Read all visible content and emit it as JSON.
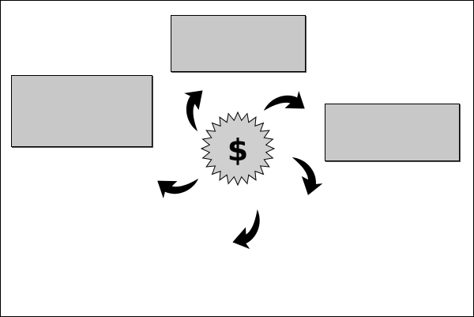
{
  "diagram": {
    "center_symbol": "$",
    "colors": {
      "box_fill": "#c8c8c8",
      "outline": "#000000",
      "burst_fill": "#cfcfcf",
      "arrow_fill": "#000000",
      "background": "#ffffff"
    },
    "icons": {
      "center": "dollar-starburst-icon",
      "arrows": "curved-cycle-arrow-icon"
    },
    "boxes": [
      {
        "id": "top",
        "text": ""
      },
      {
        "id": "left",
        "text": ""
      },
      {
        "id": "right",
        "text": ""
      }
    ]
  }
}
